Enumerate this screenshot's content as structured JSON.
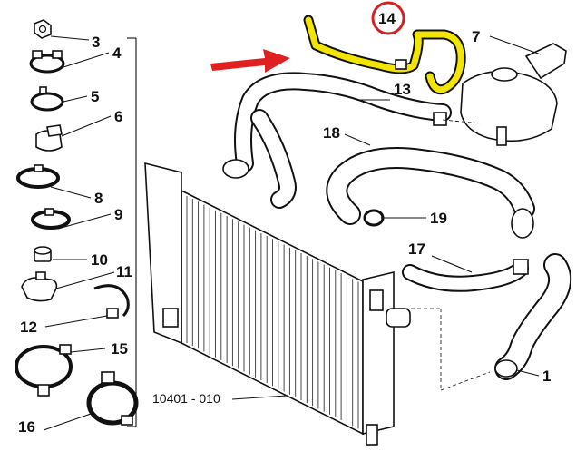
{
  "diagram": {
    "callouts": [
      {
        "id": "3",
        "label": "3"
      },
      {
        "id": "4",
        "label": "4"
      },
      {
        "id": "5",
        "label": "5"
      },
      {
        "id": "6",
        "label": "6"
      },
      {
        "id": "7",
        "label": "7"
      },
      {
        "id": "8",
        "label": "8"
      },
      {
        "id": "9",
        "label": "9"
      },
      {
        "id": "10",
        "label": "10"
      },
      {
        "id": "11",
        "label": "11"
      },
      {
        "id": "12",
        "label": "12"
      },
      {
        "id": "13",
        "label": "13"
      },
      {
        "id": "14",
        "label": "14"
      },
      {
        "id": "15",
        "label": "15"
      },
      {
        "id": "16",
        "label": "16"
      },
      {
        "id": "17",
        "label": "17"
      },
      {
        "id": "18",
        "label": "18"
      },
      {
        "id": "19",
        "label": "19"
      },
      {
        "id": "1",
        "label": "1"
      }
    ],
    "radiator_code": "10401 - 010",
    "highlight": {
      "part": "14",
      "hose_color": "#f2e600",
      "circle_color": "#d42020"
    },
    "arrow_color": "#e02020"
  }
}
